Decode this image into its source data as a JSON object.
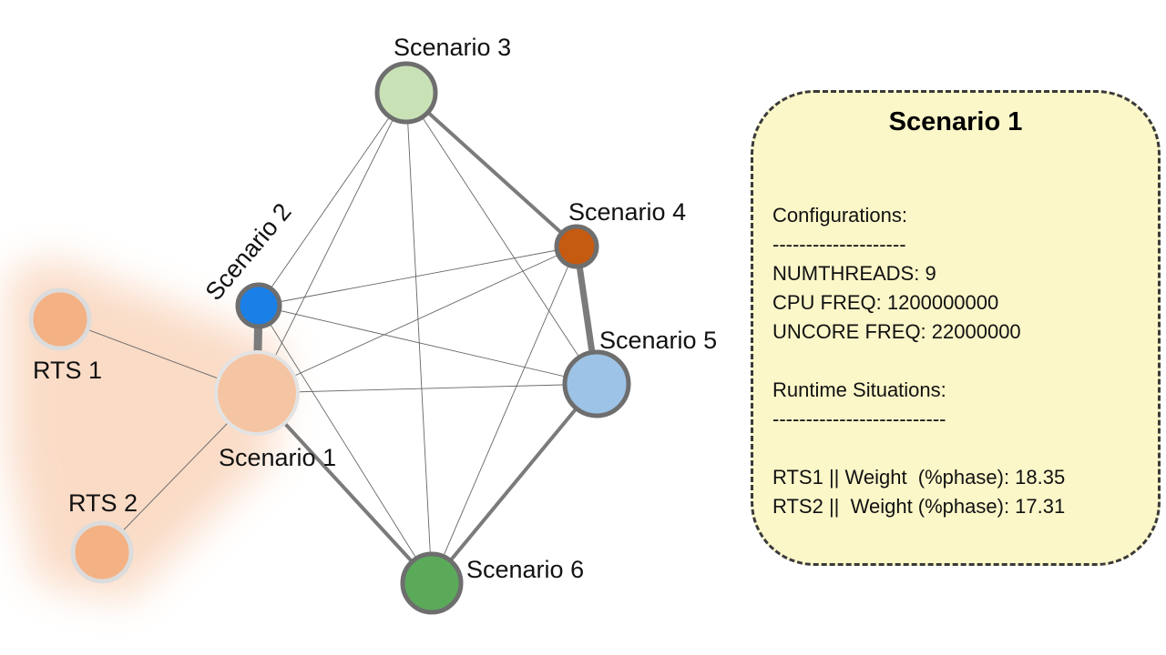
{
  "graph": {
    "nodes": [
      {
        "id": "s1",
        "label": "Scenario 1",
        "color": "#f5c5a3",
        "border": "#e3e3e3"
      },
      {
        "id": "s2",
        "label": "Scenario 2",
        "color": "#1a7fe6",
        "border": "#6e6e6e"
      },
      {
        "id": "s3",
        "label": "Scenario 3",
        "color": "#c8e2b6",
        "border": "#6e6e6e"
      },
      {
        "id": "s4",
        "label": "Scenario 4",
        "color": "#c55a11",
        "border": "#6e6e6e"
      },
      {
        "id": "s5",
        "label": "Scenario 5",
        "color": "#9dc3e6",
        "border": "#6e6e6e"
      },
      {
        "id": "s6",
        "label": "Scenario 6",
        "color": "#5aaa5a",
        "border": "#6e6e6e"
      },
      {
        "id": "rts1",
        "label": "RTS 1",
        "color": "#f4b183",
        "border": "#dcdcdc"
      },
      {
        "id": "rts2",
        "label": "RTS 2",
        "color": "#f4b183",
        "border": "#dcdcdc"
      }
    ],
    "edges": [
      {
        "from": "s1",
        "to": "s2",
        "weight": "heavy"
      },
      {
        "from": "s1",
        "to": "s6",
        "weight": "heavy"
      },
      {
        "from": "s3",
        "to": "s4",
        "weight": "heavy"
      },
      {
        "from": "s4",
        "to": "s5",
        "weight": "heavy"
      },
      {
        "from": "s5",
        "to": "s6",
        "weight": "heavy"
      },
      {
        "from": "s1",
        "to": "s3",
        "weight": "light"
      },
      {
        "from": "s1",
        "to": "s4",
        "weight": "light"
      },
      {
        "from": "s1",
        "to": "s5",
        "weight": "light"
      },
      {
        "from": "s2",
        "to": "s3",
        "weight": "light"
      },
      {
        "from": "s2",
        "to": "s4",
        "weight": "light"
      },
      {
        "from": "s2",
        "to": "s5",
        "weight": "light"
      },
      {
        "from": "s2",
        "to": "s6",
        "weight": "light"
      },
      {
        "from": "s3",
        "to": "s5",
        "weight": "light"
      },
      {
        "from": "s3",
        "to": "s6",
        "weight": "light"
      },
      {
        "from": "s4",
        "to": "s6",
        "weight": "light"
      },
      {
        "from": "rts1",
        "to": "s1",
        "weight": "light"
      },
      {
        "from": "rts2",
        "to": "s1",
        "weight": "light"
      }
    ],
    "highlight_color": "#f4b183"
  },
  "panel": {
    "title": "Scenario 1",
    "configurations_heading": "Configurations:",
    "configurations_divider": "--------------------",
    "numthreads": "NUMTHREADS: 9",
    "cpu_freq": "CPU FREQ: 1200000000",
    "uncore_freq": "UNCORE FREQ: 22000000",
    "runtime_heading": "Runtime Situations:",
    "runtime_divider": "--------------------------",
    "rts1": "RTS1 || Weight  (%phase): 18.35",
    "rts2": "RTS2 ||  Weight (%phase): 17.31",
    "background": "#fbf7c9"
  }
}
